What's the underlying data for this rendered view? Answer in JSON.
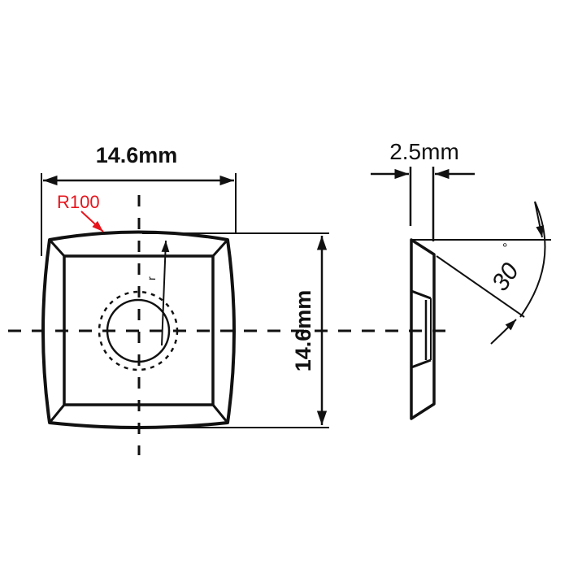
{
  "diagram": {
    "type": "technical-drawing",
    "subject": "square indexable cutting insert",
    "front_view": {
      "width_label": "14.6mm",
      "height_label": "14.6mm",
      "edge_radius_label": "R100",
      "radius_symbol": "r"
    },
    "side_view": {
      "thickness_label": "2.5mm",
      "angle_label": "30",
      "angle_unit": "°"
    },
    "colors": {
      "line": "#111111",
      "annotation_red": "#e8141c",
      "background": "#ffffff"
    }
  }
}
